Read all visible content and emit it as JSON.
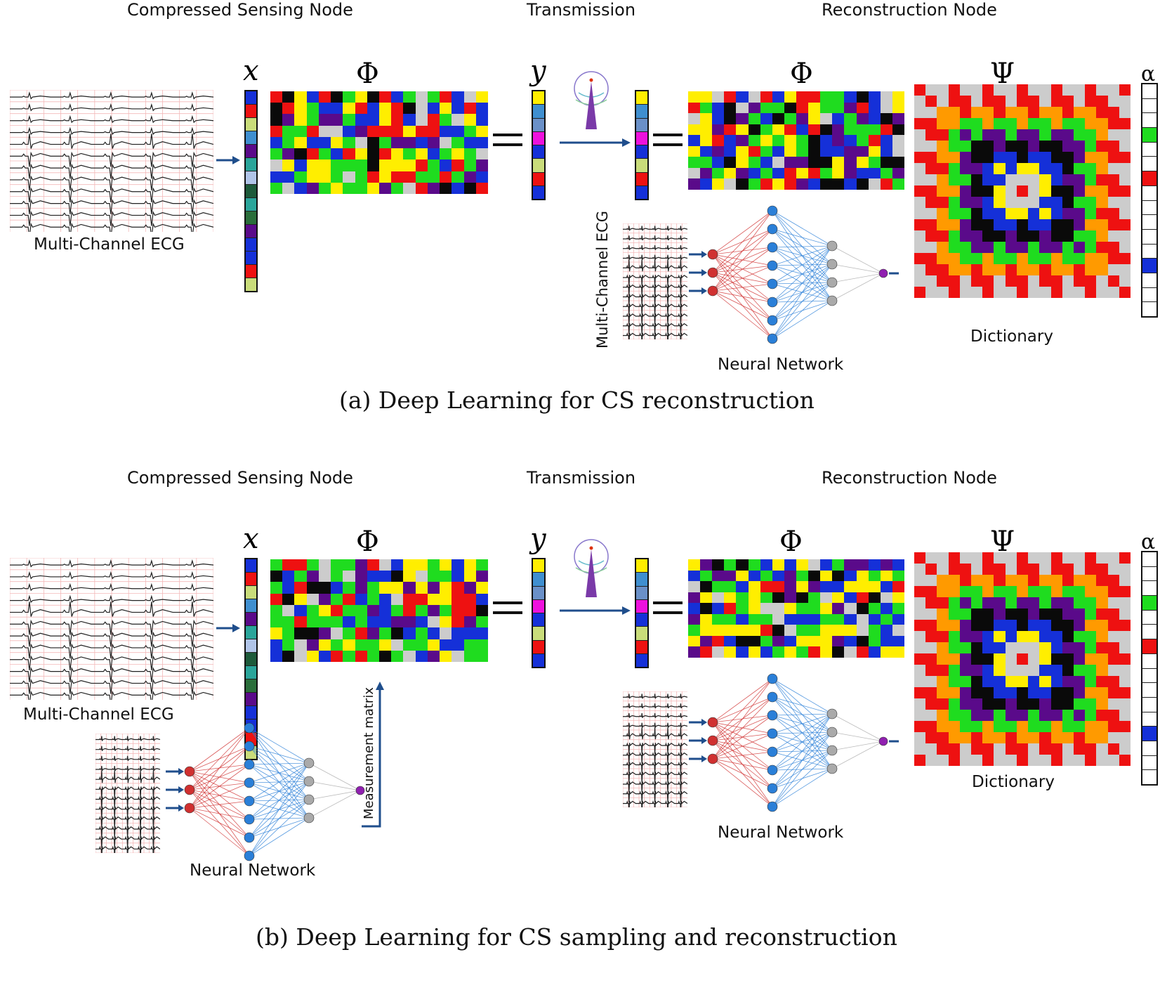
{
  "panel_a": {
    "headers": {
      "sensing": "Compressed Sensing Node",
      "transmission": "Transmission",
      "reconstruction": "Reconstruction Node"
    },
    "symbols": {
      "x": "x",
      "phi": "Φ",
      "y": "y",
      "phi2": "Φ",
      "psi": "Ψ",
      "alpha": "α"
    },
    "labels": {
      "ecg": "Multi-Channel ECG",
      "ecg_rot": "Multi-Channel ECG",
      "nn": "Neural Network",
      "dictionary": "Dictionary"
    },
    "caption": "(a) Deep Learning for CS reconstruction"
  },
  "panel_b": {
    "headers": {
      "sensing": "Compressed Sensing Node",
      "transmission": "Transmission",
      "reconstruction": "Reconstruction Node"
    },
    "symbols": {
      "x": "x",
      "phi": "Φ",
      "y": "y",
      "phi2": "Φ",
      "psi": "Ψ",
      "alpha": "α"
    },
    "labels": {
      "ecg": "Multi-Channel ECG",
      "nn_left": "Neural Network",
      "measurement": "Measurement matrix",
      "nn_right": "Neural Network",
      "dictionary": "Dictionary"
    },
    "caption": "(b) Deep Learning for CS sampling and reconstruction"
  },
  "colors": {
    "yellow": "#ffee00",
    "green": "#1fdc1f",
    "red": "#ee1111",
    "blue": "#1530d8",
    "purple": "#5a0a8a",
    "black": "#0a0a0a",
    "gray": "#cccccc",
    "magenta": "#ee11dd",
    "teal": "#2aa59a",
    "lightblue": "#3f8fd0",
    "orange": "#ff9a00",
    "nn_red": "#d03030",
    "nn_blue": "#2a7fd8",
    "nn_gray": "#aaaaaa",
    "nn_out": "#9020b0",
    "arrow": "#1f4e8c"
  },
  "icons": [
    "ecg-plot-icon",
    "antenna-tower-icon",
    "neural-network-icon",
    "arrow-icon"
  ]
}
